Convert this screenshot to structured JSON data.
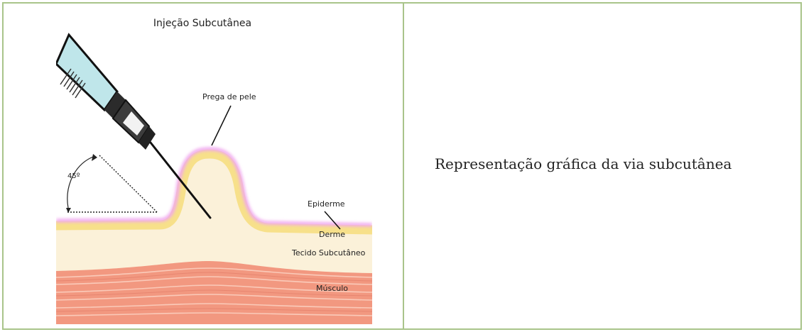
{
  "diagram": {
    "title": "Injeção Subcutânea",
    "angle_label": "45º",
    "labels": {
      "skin_fold": "Prega de pele",
      "epidermis": "Epiderme",
      "dermis": "Derme",
      "subcutaneous": "Tecido Subcutâneo",
      "muscle": "Músculo"
    }
  },
  "caption": "Representação gráfica da via subcutânea",
  "colors": {
    "border": "#a9c48a",
    "epidermis": "#f0a8ee",
    "dermis": "#f7e08a",
    "subcutaneous": "#fbf1d9",
    "muscle": "#f29880"
  }
}
